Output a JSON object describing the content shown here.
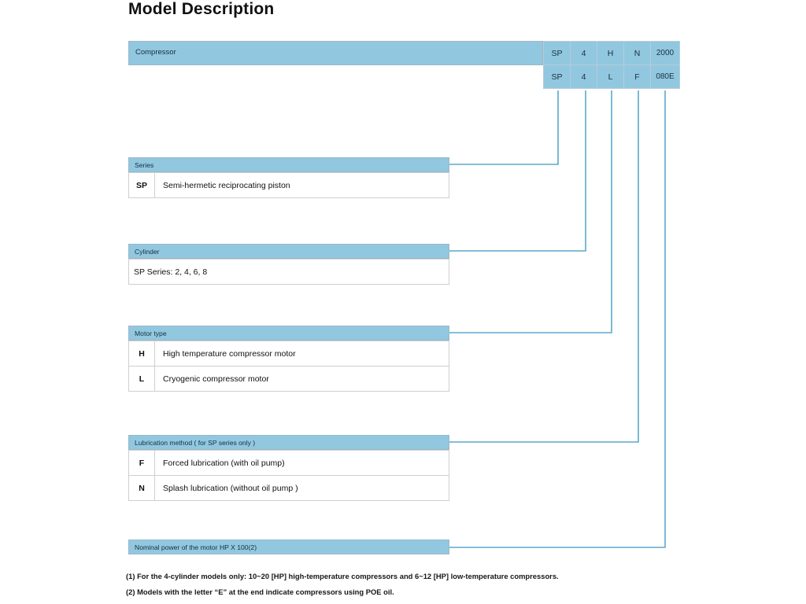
{
  "page": {
    "title": "Model Description"
  },
  "top_bar": {
    "label": "Compressor"
  },
  "code_matrix": {
    "rows": [
      [
        "SP",
        "4",
        "H",
        "N",
        "2000"
      ],
      [
        "SP",
        "4",
        "L",
        "F",
        "080E"
      ]
    ]
  },
  "sections": [
    {
      "key": "series",
      "header": "Series",
      "rows": [
        {
          "code": "SP",
          "description": "Semi-hermetic reciprocating piston"
        }
      ]
    },
    {
      "key": "cylinder",
      "header": "Cylinder",
      "rows": [
        {
          "code": "",
          "description": "SP Series: 2, 4, 6, 8"
        }
      ]
    },
    {
      "key": "motor_type",
      "header": "Motor type",
      "rows": [
        {
          "code": "H",
          "description": "High temperature compressor motor"
        },
        {
          "code": "L",
          "description": "Cryogenic compressor motor"
        }
      ]
    },
    {
      "key": "lubrication",
      "header": "Lubrication method ( for SP series only )",
      "rows": [
        {
          "code": "F",
          "description": "Forced lubrication (with oil pump)"
        },
        {
          "code": "N",
          "description": "Splash lubrication (without oil pump )"
        }
      ]
    },
    {
      "key": "nominal_power",
      "header": "Nominal power of the motor HP X 100(2)",
      "rows": []
    }
  ],
  "footnotes": [
    "(1) For the 4-cylinder models only: 10~20 [HP] high-temperature compressors and 6~12 [HP] low-temperature compressors.",
    "(2) Models with the letter   “E”   at the end indicate compressors using POE oil."
  ],
  "colors": {
    "accent_blue": "#92C7E0",
    "line_blue": "#5BA9CC",
    "border_gray": "#cfcfcf",
    "text_dark": "#111111"
  }
}
